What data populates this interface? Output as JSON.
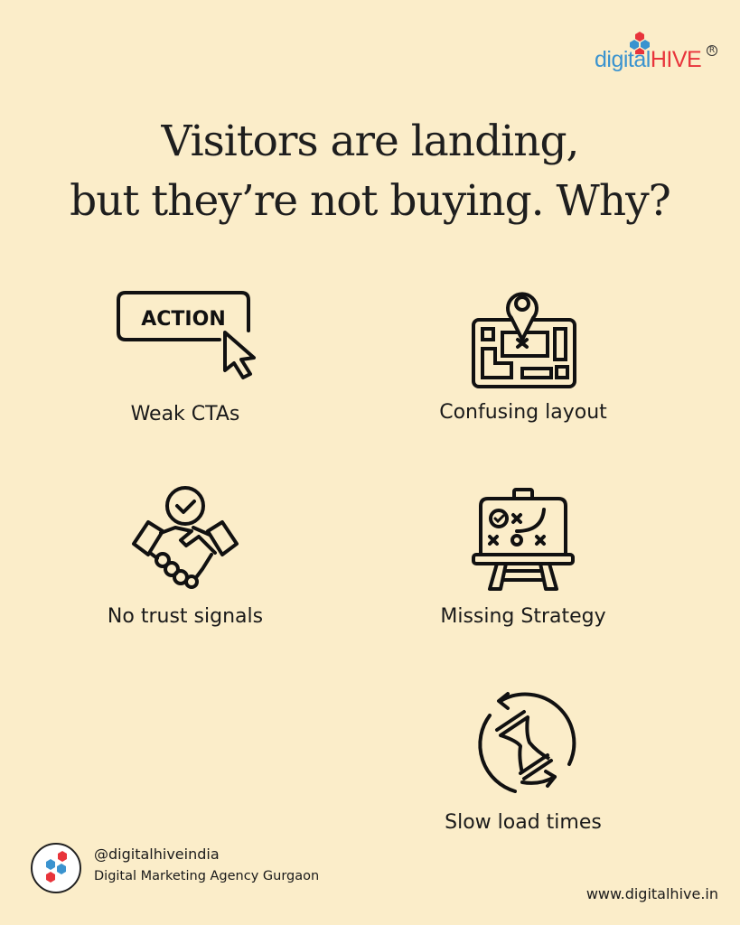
{
  "brand": {
    "logo_part1": "digital",
    "logo_part2": "HIVE",
    "registered": "R",
    "colors": {
      "blue": "#3a93cf",
      "red": "#e8343b",
      "background": "#FBEDC9"
    }
  },
  "headline": {
    "line1": "Visitors are landing,",
    "line2": "but they’re not buying. Why?"
  },
  "items": [
    {
      "icon": "action-button-cursor-icon",
      "label": "Weak CTAs",
      "icon_text": "ACTION"
    },
    {
      "icon": "map-pin-layout-icon",
      "label": "Confusing layout"
    },
    {
      "icon": "handshake-check-icon",
      "label": "No trust signals"
    },
    {
      "icon": "strategy-board-icon",
      "label": "Missing Strategy"
    },
    {
      "icon": "hourglass-refresh-icon",
      "label": "Slow load times"
    }
  ],
  "footer": {
    "handle": "@digitalhiveindia",
    "description": "Digital Marketing Agency Gurgaon",
    "website": "www.digitalhive.in"
  }
}
